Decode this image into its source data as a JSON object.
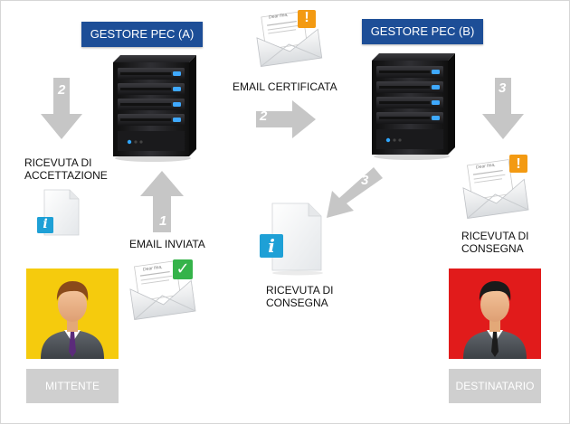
{
  "providers": {
    "a": "GESTORE PEC (A)",
    "b": "GESTORE PEC (B)"
  },
  "labels": {
    "email_certificata": "EMAIL CERTIFICATA",
    "ricevuta_accettazione": "RICEVUTA DI\nACCETTAZIONE",
    "email_inviata": "EMAIL INVIATA",
    "ricevuta_consegna_center": "RICEVUTA DI\nCONSEGNA",
    "ricevuta_consegna_right": "RICEVUTA DI\nCONSEGNA"
  },
  "steps": {
    "one": "1",
    "two_left": "2",
    "two_center": "2",
    "three_center": "3",
    "three_right": "3"
  },
  "roles": {
    "sender": "MITTENTE",
    "recipient": "DESTINATARIO"
  },
  "icons": {
    "info_glyph": "i",
    "alert_glyph": "!",
    "check_glyph": "✓",
    "letter_text": "Dear fina,"
  },
  "colors": {
    "provider_tag": "#1d4e97",
    "sender_bg": "#f5cb0d",
    "recipient_bg": "#e11b1b",
    "role_bar": "#cfcfcf",
    "arrow": "#c6c6c6",
    "info_badge": "#1ea0d6",
    "alert_badge": "#f39a12",
    "check_badge": "#35b34a"
  }
}
